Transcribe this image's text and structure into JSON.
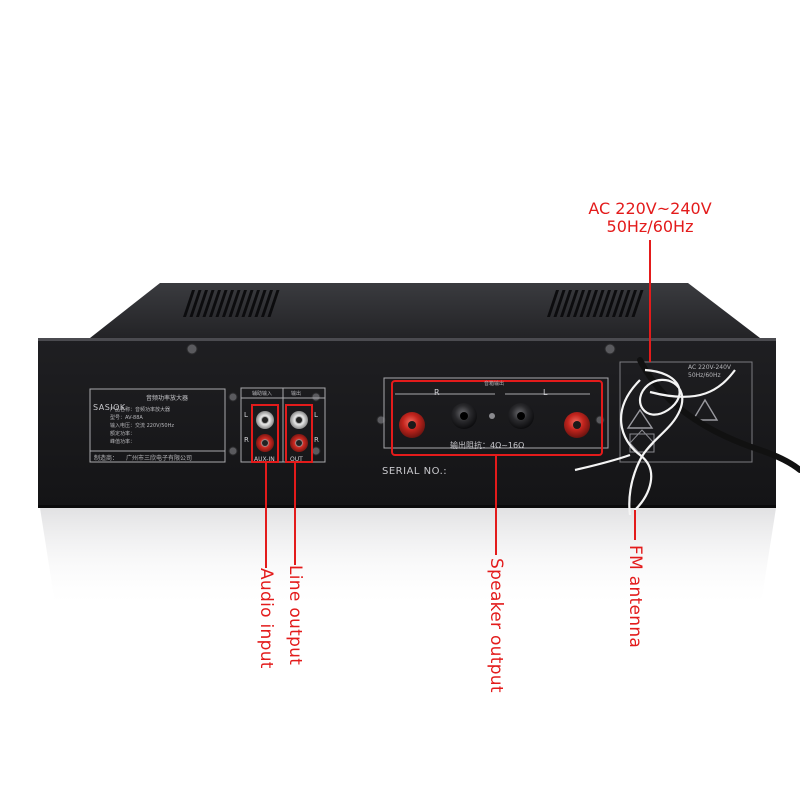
{
  "brand": "SASIOK",
  "nameplate": {
    "title": "音频功率放大器",
    "rows": [
      {
        "label": "产品名称：",
        "value": "音频功率放大器"
      },
      {
        "label": "型号：",
        "value": "AV-88A"
      },
      {
        "label": "输入电压：",
        "value": "交流 220V/50Hz"
      },
      {
        "label": "额定功率：",
        "value": ""
      },
      {
        "label": "峰值功率：",
        "value": ""
      }
    ],
    "manufacturer_label": "制造商：",
    "manufacturer_value": "广州市三欣电子有限公司"
  },
  "rca_panel": {
    "input_header": "辅助输入",
    "output_header": "输出",
    "left_mark": "L",
    "right_mark": "R",
    "input_label": "AUX-IN",
    "output_label": "OUT"
  },
  "speaker_panel": {
    "header": "音箱输出",
    "right_channel": "R",
    "left_channel": "L",
    "impedance": "输出阻抗：4Ω~16Ω"
  },
  "serial_label": "SERIAL NO.:",
  "power_sticker": {
    "voltage": "AC 220V-240V",
    "frequency": "50Hz/60Hz"
  },
  "annotations": {
    "power_line1": "AC 220V~240V",
    "power_line2": "50Hz/60Hz",
    "audio_input": "Audio input",
    "line_output": "Line output",
    "speaker_output": "Speaker output",
    "fm_antenna": "FM antenna"
  },
  "colors": {
    "annotation_red": "#e31b1b",
    "chassis": "#1b1b1d",
    "terminal_red": "#c2241d"
  }
}
